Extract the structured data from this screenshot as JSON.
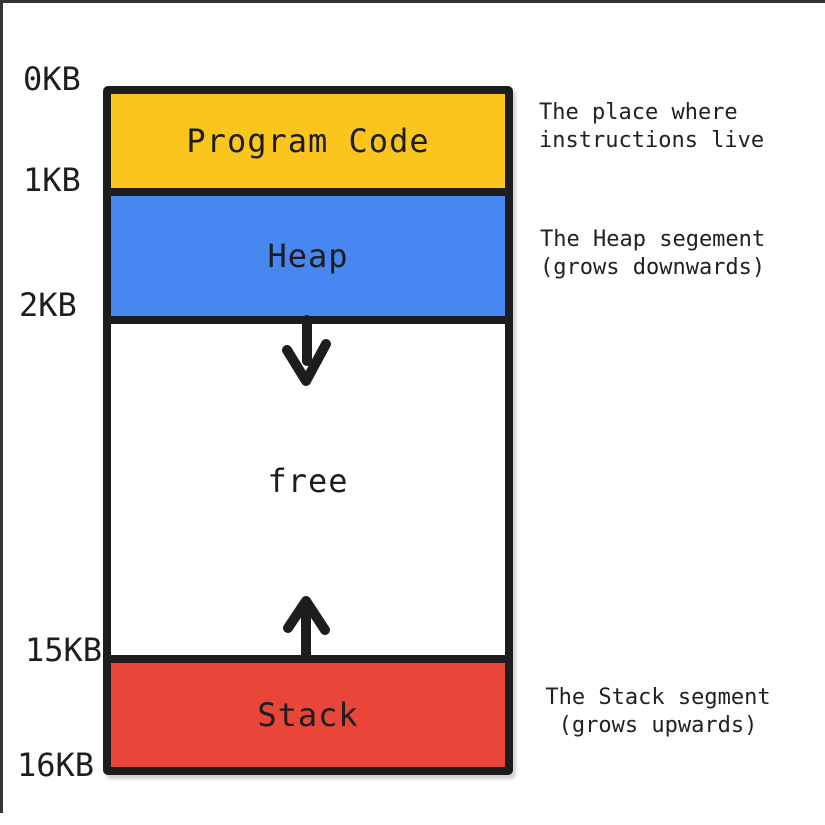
{
  "memory_map": {
    "address_labels": [
      "0KB",
      "1KB",
      "2KB",
      "15KB",
      "16KB"
    ],
    "segments": [
      {
        "label": "Program Code",
        "fill": "#FAC51D",
        "from": "0KB",
        "to": "1KB"
      },
      {
        "label": "Heap",
        "fill": "#4787F1",
        "from": "1KB",
        "to": "2KB"
      },
      {
        "label": "free",
        "fill": "#FFFFFF",
        "from": "2KB",
        "to": "15KB"
      },
      {
        "label": "Stack",
        "fill": "#E94538",
        "from": "15KB",
        "to": "16KB"
      }
    ],
    "arrows": [
      {
        "name": "heap-growth-arrow",
        "direction": "down"
      },
      {
        "name": "stack-growth-arrow",
        "direction": "up"
      }
    ],
    "annotations": [
      {
        "lines": [
          "The place where",
          "instructions live"
        ]
      },
      {
        "lines": [
          "The Heap segement",
          "(grows downwards)"
        ]
      },
      {
        "lines": [
          "The Stack segment",
          "(grows upwards)"
        ]
      }
    ],
    "colors": {
      "ink": "#1D1D1D",
      "program_code": "#FAC51D",
      "heap": "#4787F1",
      "free": "#FFFFFF",
      "stack": "#E94538",
      "canvas_edge": "#343434"
    }
  }
}
